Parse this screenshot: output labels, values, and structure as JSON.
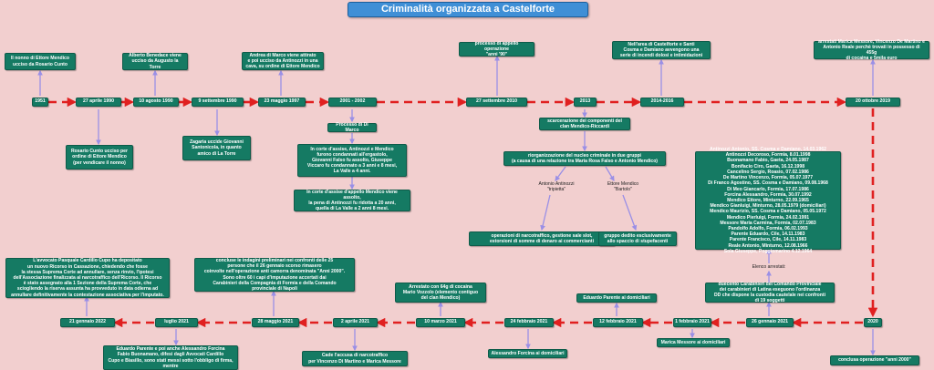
{
  "title": "Criminalità organizzata a Castelforte",
  "timeline_top": {
    "nodes": [
      "1951",
      "27 aprile 1990",
      "10 agosto 1990",
      "9 settembre 1990",
      "23 maggio 1997",
      "2001 - 2002",
      "27 settembre 2010",
      "2013",
      "2014-2016",
      "20 ottobre 2019"
    ]
  },
  "timeline_bottom": {
    "nodes": [
      "2020",
      "26 gennaio 2021",
      "1 febbraio 2021",
      "12 febbraio 2021",
      "24 febbraio 2021",
      "10 marzo 2021",
      "2 aprile 2021",
      "28 maggio 2021",
      "luglio 2021",
      "21 gennaio 2022"
    ]
  },
  "boxes": {
    "b1951": "Il nonno di Ettore Mendico\nucciso da Rosario Cunto",
    "b27apr": "Rosario Cunto ucciso per\nordine di Ettore Mendico\n(per vendicare il nonno)",
    "b10ago": "Alberto Benedace viene\nucciso da Augusto la Torre",
    "b9set": "Zagaria uccide Giovanni\nSantonicola, in quanto\namico di La Torre",
    "b1997": "Andrea di Marco viene attirato\ne poi ucciso da Antinozzi in una\ncava, su ordine di Ettore Mendico",
    "processo": "Processo di Di Marco",
    "assise1": "In corte d'assise, Antinozzi e Mendico\nfurono condannati all'ergastolo,\nGiovanni Falso fu assolto, Giuseppe\nViccaro fu condannato a 3 anni e 8 mesi,\nLa Valle a 4 anni.",
    "assise2": "In corte d'assise d'appello Mendico viene assolto,\nla pena di Antinozzi fu ridotta a 20 anni,\nquella di La Valle a 2 anni 8 mesi.",
    "b2010": "processo di appello operazione\n\"anni '90\"",
    "b2013a": "scarcerazione dei componenti del\nclan Mendico-Riccardi",
    "b2013b": "riorganizzazione del nucleo criminale in due gruppi\n(a causa di una relazione tra Maria Rosa Falso e Antonio Mendico)",
    "b2013c": "operazioni di narcotraffico, gestione sale slot,\nestorsioni di somme di denaro ai commercianti",
    "b2013d": "gruppo dedito esclusivamente\nallo spaccio di stupefacenti",
    "b2014": "Nell'area di Castelforte e Santi\nCosma e Damiano avvengono una\nserie di incendi dolosi e intimidazioni",
    "b2019": "arrestati Marica Messore, Vincenzo De Martino e\nAntonio Reale perchè trovati in possesso di 455g\ndi cocaina e 5mila euro",
    "names": "Antinozzi Antonio, SS. Cosma e Damiano, 14.03.1962\nAntinozzi Decoroso, Formia, 8.01.1998\nBuonamano Fabio, Gaeta, 24.05.1987\nBonifacio Ciro, Gaeta, 16.12.1998\nCancelino Sergio, Roasio, 07.02.1986\nDe Martino Vincenzo, Formia, 05.07.1977\nDi Franco Agostino, SS. Cosma e Damiano, 09.08.1968\nDi Meo Giancarlo, Formia, 17.07.1986\nForcina Alessandro, Formia, 30.07.1992\nMendico Ettore, Minturno, 22.09.1965\nMendico Gianluigi, Minturno, 28.05.1979 (domiciliari)\nMendico Maurizio, SS. Cosma e Damiano, 05.05.1972\nMendico Pierluigi, Formia, 24.02.1991\nMessore Maria Carmina, Formia, 02.07.1983\nPandolfo Adolfo, Formia, 06.02.1993\nParente Eduardo, Cile, 14.11.1983\nParente Francisco, Cile, 14.11.1983\nReale Antonio, Minturno, 12.08.1966\nSola Giuseppe, Poggiomarino 4.12.1964",
    "b26gen": "duecento Carabinieri del Comando Provinciale\ndei carabinieri di Latina eseguono l'ordinanza\nDD che dispone la custodia cautelale nei confronti\ndi 19 soggetti",
    "b1feb": "Marica Messore ai domiciliari",
    "b12feb": "Eduardo Parente ai domiciliari",
    "b24feb": "Alessandro Forcina ai domiciliari",
    "b10mar": "Arrestato con 64g di cocaina\nMario Vozzolo (elemento contiguo\ndel clan Mendico)",
    "b2apr": "Cade l'accusa di narcotraffico\nper Vincenzo Di Martino e Marica Messore",
    "b28mag": "concluse le indagini preliminari nei confronti delle 25\npersone che il 26 gennaio scorso rimasero\ncoinvolte nell'operazione anti camorra denominata \"Anni 2000\".\nSono oltre 60 i capi d'imputazione accertati dai\nCarabinieri della Compagnia di Formia e della Comando\nprovinciale di Napoli",
    "bluglio": "Eduardo Parente e poi anche Alessandro Forcina\nFabio Buonamano, difesi dagli Avvocati Cardillo\nCupo e Biasillo, sono stati messi sotto l'obbligo di firma,\nmentre",
    "b21gen": "L'avvocato Pasquale Cardillo Cupo ha depositato\nun nuovo Ricorso in Cassazione, chiedendo che fosse\nla stessa Suprema Corte ad annullare, senza rinvio, l'ipotesi\ndell'Associazione finalizzata al narcotraffico dell'Ricorso. Il Ricorso\nè stato assegnato alla 1 Sezione della Suprema Corte, che\nsciogliendo la riserva assunta ha provveduto in data odierna ad\nannullare definitivamente la contestazione associativa per l'imputato.",
    "b2020": "conclusa operazione \"anni 2000\""
  },
  "labels": {
    "antinozzi": "Antonio Antinozzi\n\"tripietta\"",
    "mendico": "Ettore Mendico\n\"Bartolo\"",
    "arrestati": "Elenco arrestati:"
  },
  "colors": {
    "background": "#f2cfcf",
    "node": "#157a63",
    "title": "#3f8fd6",
    "timeline_arrow": "#e02020",
    "connector": "#9a8fe6"
  }
}
